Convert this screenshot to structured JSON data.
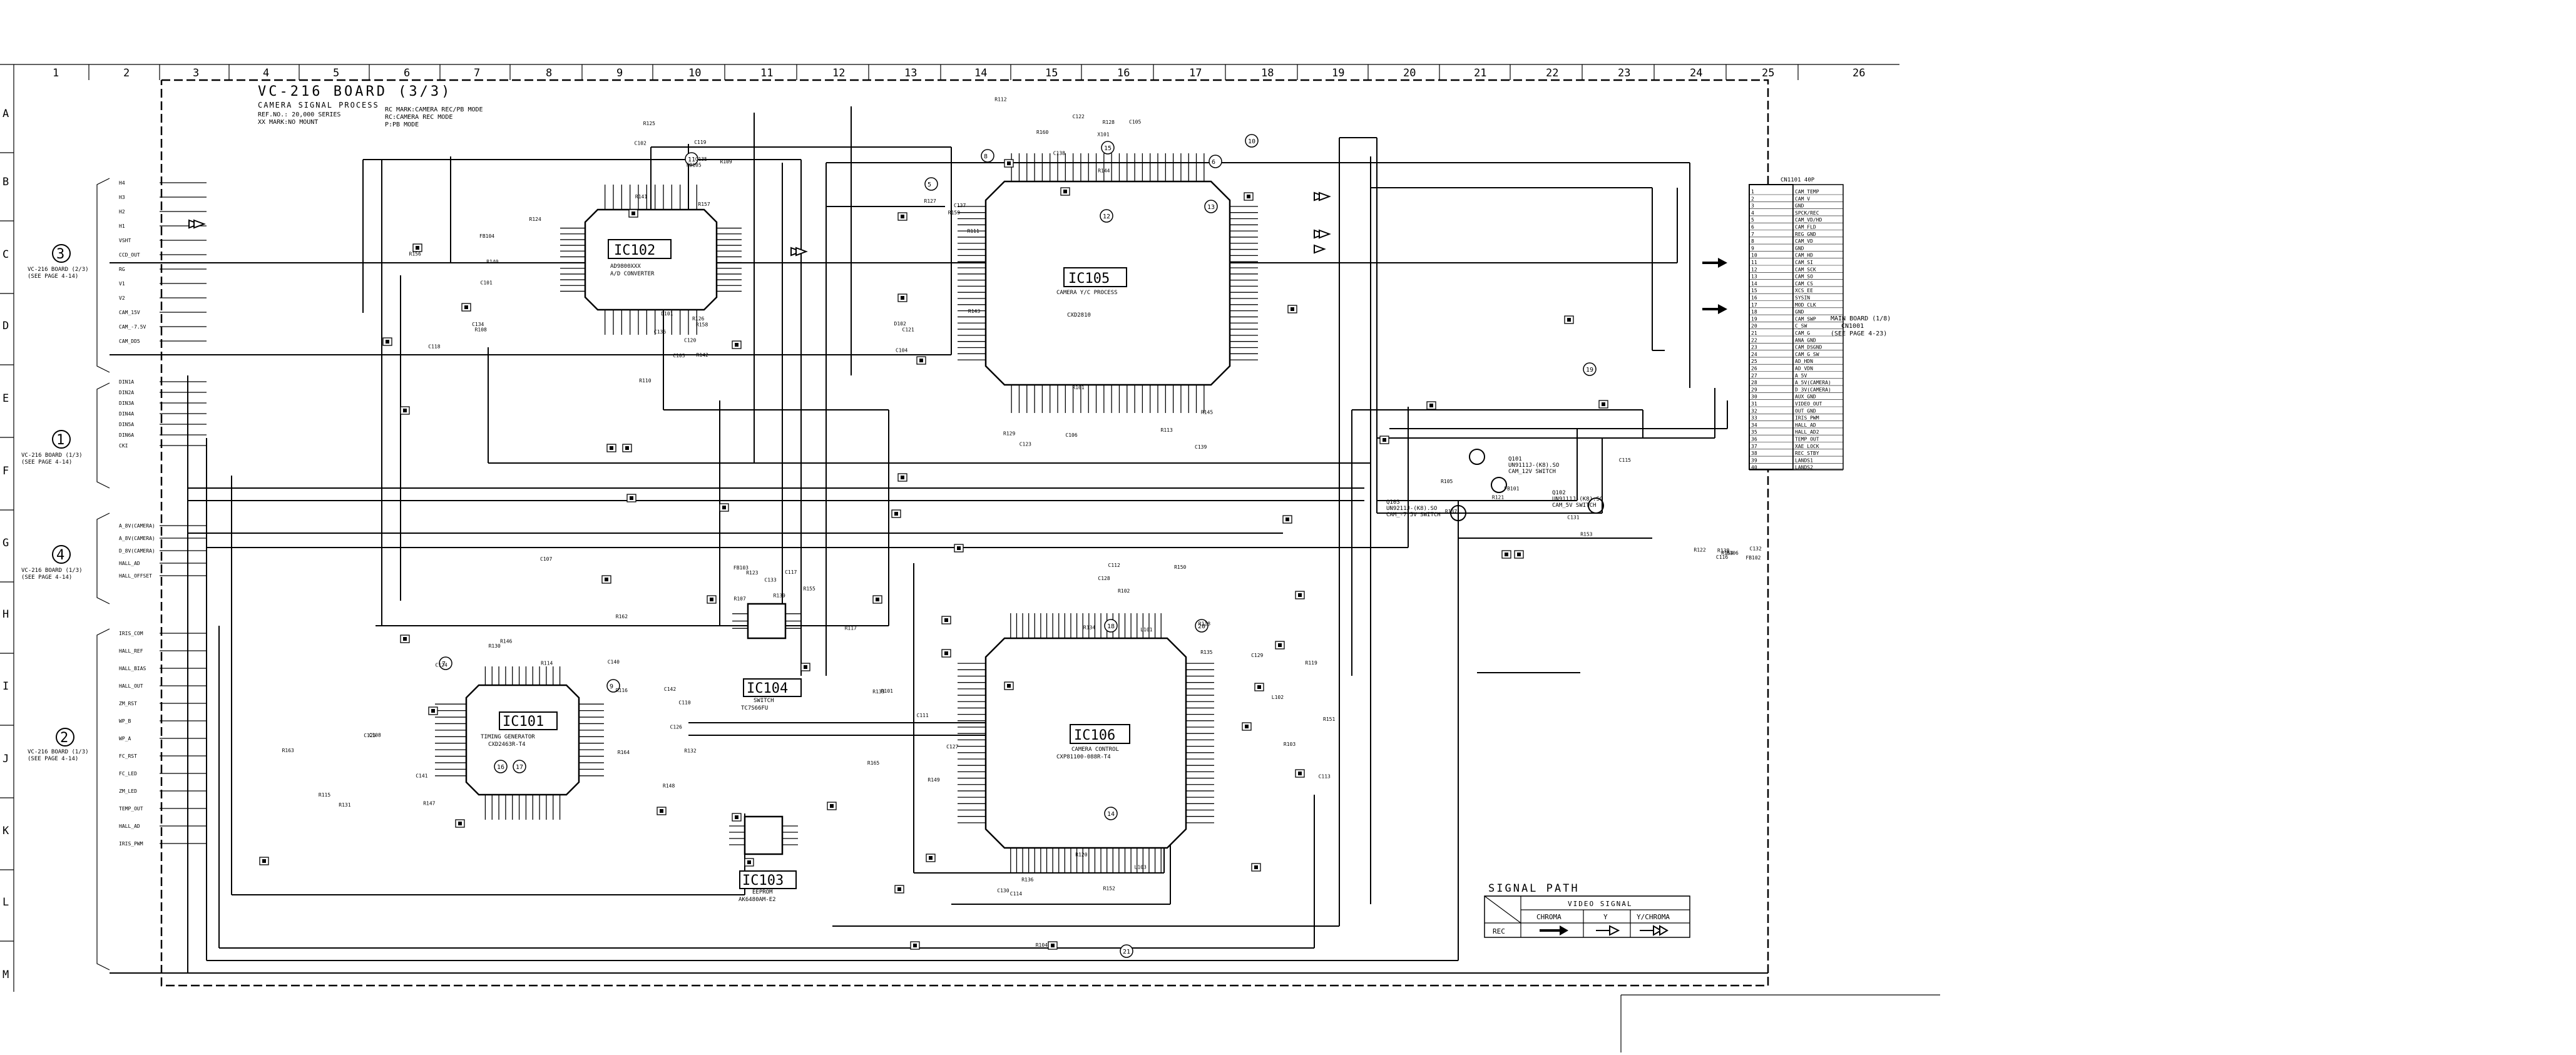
{
  "title": {
    "board": "VC-216 BOARD (3/3)",
    "subtitle": "CAMERA SIGNAL PROCESS",
    "notes": [
      "REF.NO.: 20,000 SERIES",
      "XX MARK:NO MOUNT",
      "RC MARK:CAMERA REC/PB MODE",
      "RC:CAMERA REC MODE",
      "P:PB MODE"
    ]
  },
  "grid": {
    "columns": [
      "1",
      "2",
      "3",
      "4",
      "5",
      "6",
      "7",
      "8",
      "9",
      "10",
      "11",
      "12",
      "13",
      "14",
      "15",
      "16",
      "17",
      "18",
      "19",
      "20",
      "21",
      "22",
      "23",
      "24",
      "25",
      "26"
    ],
    "rows": [
      "A",
      "B",
      "C",
      "D",
      "E",
      "F",
      "G",
      "H",
      "I",
      "J",
      "K",
      "L",
      "M"
    ]
  },
  "ics": [
    {
      "ref": "IC102",
      "part": "AD9800XXX",
      "desc": "A/D CONVERTER"
    },
    {
      "ref": "IC105",
      "part": "CXD2810",
      "desc": "CAMERA Y/C PROCESS"
    },
    {
      "ref": "IC101",
      "part": "CXD2463R-T4",
      "desc": "TIMING GENERATOR"
    },
    {
      "ref": "IC106",
      "part": "CXP81100-088R-T4",
      "desc": "CAMERA CONTROL"
    },
    {
      "ref": "IC104",
      "part": "TC7S66FU",
      "desc": "SWITCH"
    },
    {
      "ref": "IC103",
      "part": "AK6480AM-E2",
      "desc": "EEPROM"
    }
  ],
  "connectors": [
    {
      "num": "3",
      "label": "VC-216 BOARD (2/3)",
      "page": "(SEE PAGE 4-14)"
    },
    {
      "num": "1",
      "label": "VC-216 BOARD (1/3)",
      "page": "(SEE PAGE 4-14)"
    },
    {
      "num": "4",
      "label": "VC-216 BOARD (1/3)",
      "page": "(SEE PAGE 4-14)"
    },
    {
      "num": "2",
      "label": "VC-216 BOARD (1/3)",
      "page": "(SEE PAGE 4-14)"
    }
  ],
  "main_board": {
    "label": "MAIN BOARD (1/8)",
    "ref": "CN1001",
    "page": "(SEE PAGE 4-23)"
  },
  "cn_ref": "CN1101 40P",
  "cn_pins": [
    "CAM_TEMP",
    "CAM_V",
    "GND",
    "SPCK/REC",
    "CAM_VD/HD",
    "CAM_FLD",
    "REG_GND",
    "CAM_VD",
    "GND",
    "CAM_HD",
    "CAM_SI",
    "CAM_SCK",
    "CAM_SO",
    "CAM_CS",
    "XCS_EE",
    "SYSIN",
    "MOD_CLK",
    "GND",
    "CAM_SWP",
    "C_SW",
    "CAM_G",
    "ANA_GND",
    "CAM_DSGND",
    "CAM_G_SW",
    "AD_HDN",
    "AD_VDN",
    "A_5V",
    "A_5V(CAMERA)",
    "D_3V(CAMERA)",
    "AUX_GND",
    "VIDEO_OUT",
    "OUT_GND",
    "IRIS_PWM",
    "HALL_AD",
    "HALL_AD2",
    "TEMP_OUT",
    "XAE_LOCK",
    "REC_STBY",
    "LANDS1",
    "LANDS2"
  ],
  "signal_path": {
    "title": "SIGNAL PATH",
    "header": "VIDEO SIGNAL",
    "columns": [
      "CHROMA",
      "Y",
      "Y/CHROMA"
    ],
    "row_label": "REC"
  },
  "transistors": [
    {
      "ref": "Q101",
      "part": "UN9111J-(K8).SO",
      "desc": "CAM_12V SWITCH"
    },
    {
      "ref": "Q102",
      "part": "UN9111J-(K8).SO",
      "desc": "CAM_5V SWITCH"
    },
    {
      "ref": "Q103",
      "part": "UN9211J-(K8).SO",
      "desc": "CAM_-7.5V SWITCH"
    }
  ],
  "left_labels": [
    {
      "group": "3",
      "items": [
        "H4",
        "H3",
        "H2",
        "H1",
        "VSHT",
        "CCD_OUT",
        "RG",
        "V1",
        "V2",
        "CAM_15V",
        "CAM_-7.5V",
        "CAM_DD5"
      ]
    },
    {
      "group": "1",
      "items": [
        "DIN1A",
        "DIN2A",
        "DIN3A",
        "DIN4A",
        "DIN5A",
        "DIN6A",
        "CKI"
      ]
    },
    {
      "group": "4",
      "items": [
        "A_8V(CAMERA)",
        "A_8V(CAMERA)",
        "D_8V(CAMERA)",
        "HALL_AD",
        "HALL_OFFSET"
      ]
    },
    {
      "group": "2",
      "items": [
        "IRIS_COM",
        "HALL_REF",
        "HALL_BIAS",
        "HALL_OUT",
        "ZM_RST",
        "WP_B",
        "WP_A",
        "FC_RST",
        "FC_LED",
        "ZM_LED",
        "TEMP_OUT",
        "HALL_AD",
        "IRIS_PWM"
      ]
    }
  ],
  "components": [
    "C101",
    "C102",
    "C103",
    "C104",
    "C105",
    "C106",
    "C107",
    "C108",
    "C110",
    "C111",
    "C112",
    "C113",
    "C114",
    "C115",
    "C116",
    "C117",
    "C118",
    "C119",
    "C120",
    "C121",
    "C122",
    "C123",
    "C124",
    "C125",
    "C126",
    "C127",
    "C128",
    "C129",
    "C130",
    "C131",
    "C132",
    "C133",
    "C134",
    "C135",
    "C136",
    "C137",
    "C138",
    "C139",
    "C140",
    "C141",
    "C142",
    "R101",
    "R102",
    "R103",
    "R104",
    "R105",
    "R106",
    "R107",
    "R108",
    "R109",
    "R110",
    "R111",
    "R112",
    "R113",
    "R114",
    "R115",
    "R116",
    "R117",
    "R118",
    "R119",
    "R120",
    "R121",
    "R122",
    "R123",
    "R124",
    "R125",
    "R126",
    "R127",
    "R128",
    "R129",
    "R130",
    "R131",
    "R132",
    "R133",
    "R134",
    "R135",
    "R136",
    "R137",
    "R138",
    "R139",
    "R140",
    "R141",
    "R142",
    "R143",
    "R144",
    "R145",
    "R146",
    "R147",
    "R148",
    "R149",
    "R150",
    "R151",
    "R152",
    "R153",
    "R154",
    "R155",
    "R156",
    "R157",
    "R158",
    "R159",
    "R160",
    "R161",
    "R162",
    "R163",
    "R164",
    "R165",
    "L101",
    "L102",
    "L103",
    "FB101",
    "FB102",
    "FB103",
    "FB104",
    "FB105",
    "D101",
    "D102",
    "X101"
  ],
  "numbered_marks": [
    "5",
    "6",
    "7",
    "8",
    "9",
    "10",
    "11",
    "12",
    "13",
    "14",
    "15",
    "16",
    "17",
    "18",
    "19",
    "20",
    "21"
  ]
}
